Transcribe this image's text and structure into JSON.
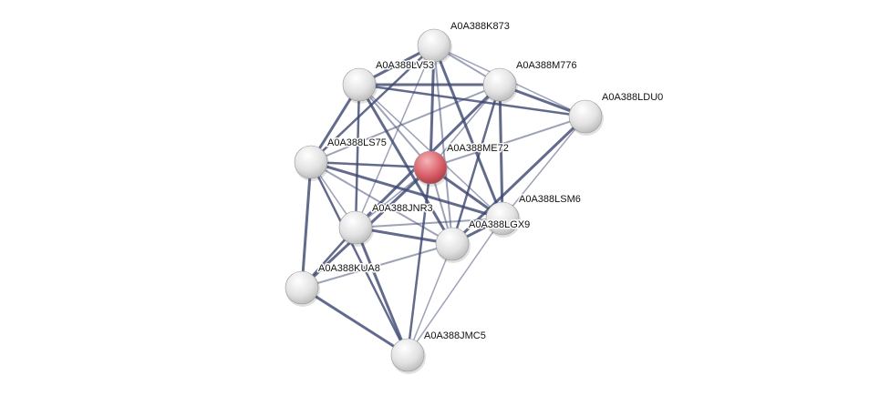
{
  "network": {
    "query_node": "A0A388ME72",
    "colors": {
      "query": "#d9606a",
      "node": "#e6e6e6",
      "edge": "#3c4670"
    },
    "nodes": [
      {
        "id": "A0A388K873",
        "label": "A0A388K873"
      },
      {
        "id": "A0A388LV53",
        "label": "A0A388LV53"
      },
      {
        "id": "A0A388M776",
        "label": "A0A388M776"
      },
      {
        "id": "A0A388LDU0",
        "label": "A0A388LDU0"
      },
      {
        "id": "A0A388LS75",
        "label": "A0A388LS75"
      },
      {
        "id": "A0A388ME72",
        "label": "A0A388ME72"
      },
      {
        "id": "A0A388LSM6",
        "label": "A0A388LSM6"
      },
      {
        "id": "A0A388JNR3",
        "label": "A0A388JNR3"
      },
      {
        "id": "A0A388LGX9",
        "label": "A0A388LGX9"
      },
      {
        "id": "A0A388KUA8",
        "label": "A0A388KUA8"
      },
      {
        "id": "A0A388JMC5",
        "label": "A0A388JMC5"
      }
    ],
    "edges": [
      [
        "A0A388K873",
        "A0A388LV53"
      ],
      [
        "A0A388K873",
        "A0A388M776"
      ],
      [
        "A0A388K873",
        "A0A388LDU0"
      ],
      [
        "A0A388K873",
        "A0A388ME72"
      ],
      [
        "A0A388K873",
        "A0A388LS75"
      ],
      [
        "A0A388K873",
        "A0A388LSM6"
      ],
      [
        "A0A388K873",
        "A0A388LGX9"
      ],
      [
        "A0A388K873",
        "A0A388JNR3"
      ],
      [
        "A0A388LV53",
        "A0A388M776"
      ],
      [
        "A0A388LV53",
        "A0A388LDU0"
      ],
      [
        "A0A388LV53",
        "A0A388LS75"
      ],
      [
        "A0A388LV53",
        "A0A388ME72"
      ],
      [
        "A0A388LV53",
        "A0A388LSM6"
      ],
      [
        "A0A388LV53",
        "A0A388LGX9"
      ],
      [
        "A0A388LV53",
        "A0A388JNR3"
      ],
      [
        "A0A388M776",
        "A0A388LDU0"
      ],
      [
        "A0A388M776",
        "A0A388LS75"
      ],
      [
        "A0A388M776",
        "A0A388ME72"
      ],
      [
        "A0A388M776",
        "A0A388LSM6"
      ],
      [
        "A0A388M776",
        "A0A388LGX9"
      ],
      [
        "A0A388M776",
        "A0A388JNR3"
      ],
      [
        "A0A388LDU0",
        "A0A388ME72"
      ],
      [
        "A0A388LDU0",
        "A0A388LSM6"
      ],
      [
        "A0A388LDU0",
        "A0A388LGX9"
      ],
      [
        "A0A388LS75",
        "A0A388ME72"
      ],
      [
        "A0A388LS75",
        "A0A388LSM6"
      ],
      [
        "A0A388LS75",
        "A0A388LGX9"
      ],
      [
        "A0A388LS75",
        "A0A388JNR3"
      ],
      [
        "A0A388LS75",
        "A0A388KUA8"
      ],
      [
        "A0A388LS75",
        "A0A388JMC5"
      ],
      [
        "A0A388ME72",
        "A0A388LSM6"
      ],
      [
        "A0A388ME72",
        "A0A388LGX9"
      ],
      [
        "A0A388ME72",
        "A0A388JNR3"
      ],
      [
        "A0A388ME72",
        "A0A388KUA8"
      ],
      [
        "A0A388ME72",
        "A0A388JMC5"
      ],
      [
        "A0A388LSM6",
        "A0A388LGX9"
      ],
      [
        "A0A388LSM6",
        "A0A388JNR3"
      ],
      [
        "A0A388LSM6",
        "A0A388JMC5"
      ],
      [
        "A0A388JNR3",
        "A0A388LGX9"
      ],
      [
        "A0A388JNR3",
        "A0A388KUA8"
      ],
      [
        "A0A388JNR3",
        "A0A388JMC5"
      ],
      [
        "A0A388LGX9",
        "A0A388KUA8"
      ],
      [
        "A0A388LGX9",
        "A0A388JMC5"
      ],
      [
        "A0A388KUA8",
        "A0A388JMC5"
      ]
    ]
  }
}
